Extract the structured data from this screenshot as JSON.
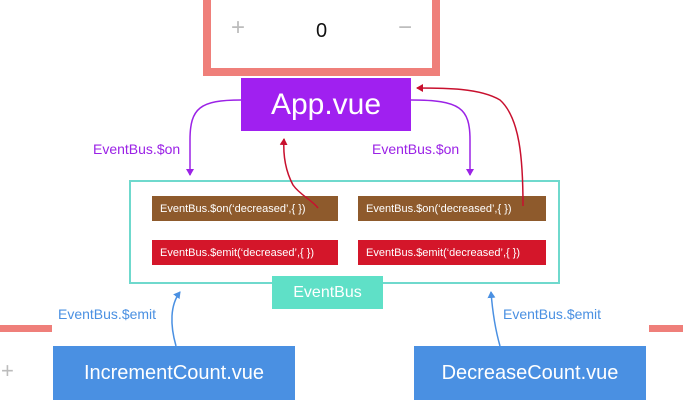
{
  "counter": {
    "plus_label": "+",
    "value": "0",
    "minus_label": "−"
  },
  "app": {
    "label": "App.vue"
  },
  "eventbus": {
    "label": "EventBus",
    "methods": {
      "on_left": "EventBus.$on(‘decreased’,{   })",
      "on_right": "EventBus.$on(‘decreased’,{   })",
      "emit_left": "EventBus.$emit(‘decreased’,{   })",
      "emit_right": "EventBus.$emit(‘decreased’,{   })"
    }
  },
  "labels": {
    "on_left": "EventBus.$on",
    "on_right": "EventBus.$on",
    "emit_left": "EventBus.$emit",
    "emit_right": "EventBus.$emit"
  },
  "components": {
    "increment": "IncrementCount.vue",
    "decrease": "DecreaseCount.vue"
  },
  "edge": {
    "plus_label": "+"
  },
  "colors": {
    "counter_border": "#ef7f7a",
    "app": "#a020f0",
    "eventbus_border": "#6fd9cd",
    "eventbus_label": "#5fe0c7",
    "on_method": "#8e5a2c",
    "emit_method": "#d4162a",
    "component": "#4a90e2",
    "purple_arrow": "#9b22e6",
    "red_arrow": "#c8102e",
    "blue_arrow": "#4a90e2"
  }
}
